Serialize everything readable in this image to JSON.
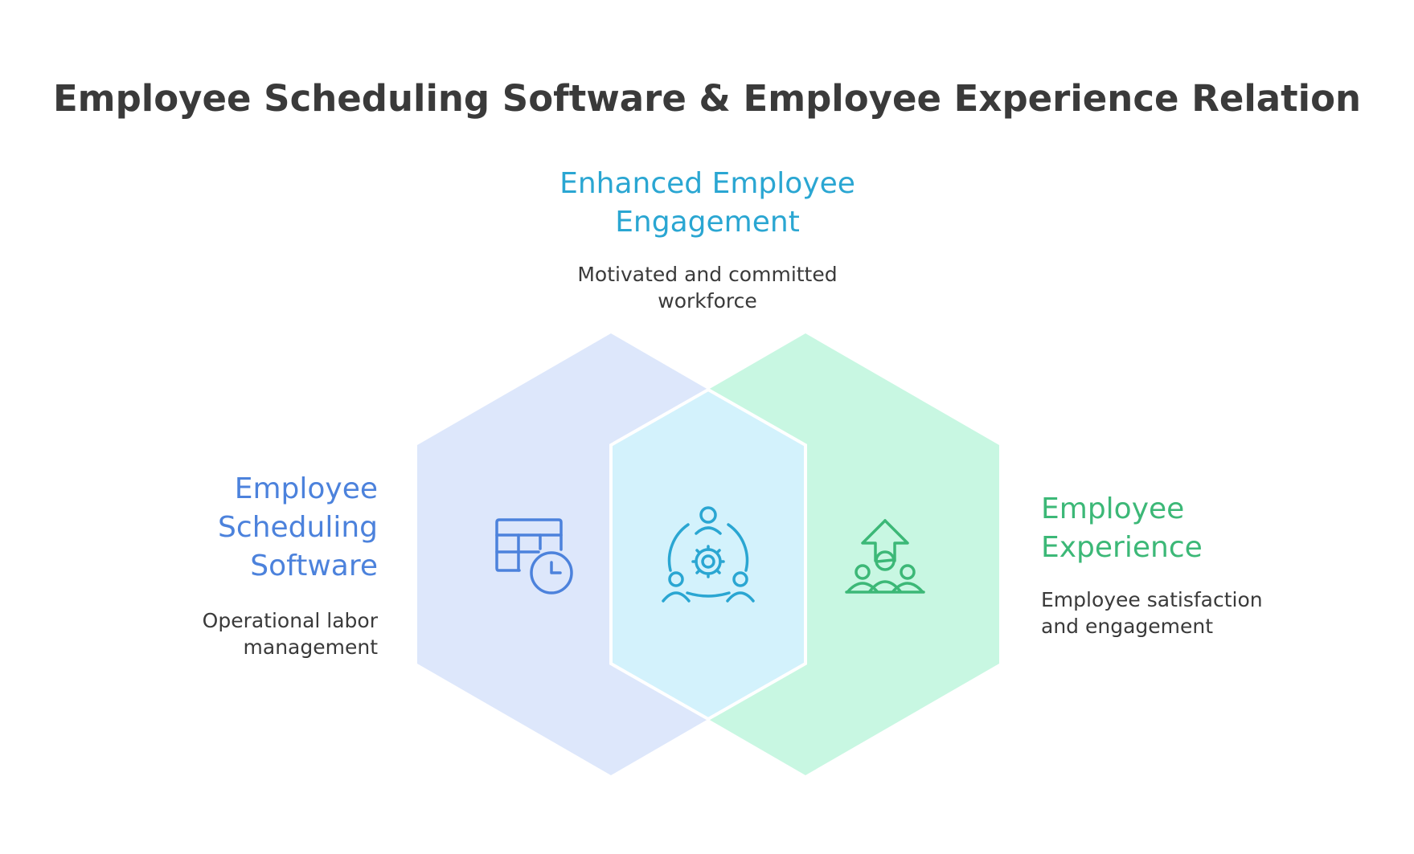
{
  "title": "Employee Scheduling Software & Employee Experience Relation",
  "colors": {
    "left_fill": "#dde7fb",
    "right_fill": "#c8f7e2",
    "overlap_fill": "#d3f2fc",
    "left_accent": "#4c82dc",
    "overlap_accent": "#2aa6d2",
    "right_accent": "#3cb877",
    "text": "#3a3a3a"
  },
  "overlap": {
    "heading_lines": [
      "Enhanced Employee",
      "Engagement"
    ],
    "description_lines": [
      "Motivated and committed",
      "workforce"
    ],
    "icon": "team-collaboration-gear-icon"
  },
  "left": {
    "heading_lines": [
      "Employee",
      "Scheduling",
      "Software"
    ],
    "description_lines": [
      "Operational labor",
      "management"
    ],
    "icon": "schedule-table-clock-icon"
  },
  "right": {
    "heading_lines": [
      "Employee",
      "Experience"
    ],
    "description_lines": [
      "Employee satisfaction",
      "and engagement"
    ],
    "icon": "people-growth-arrow-icon"
  }
}
